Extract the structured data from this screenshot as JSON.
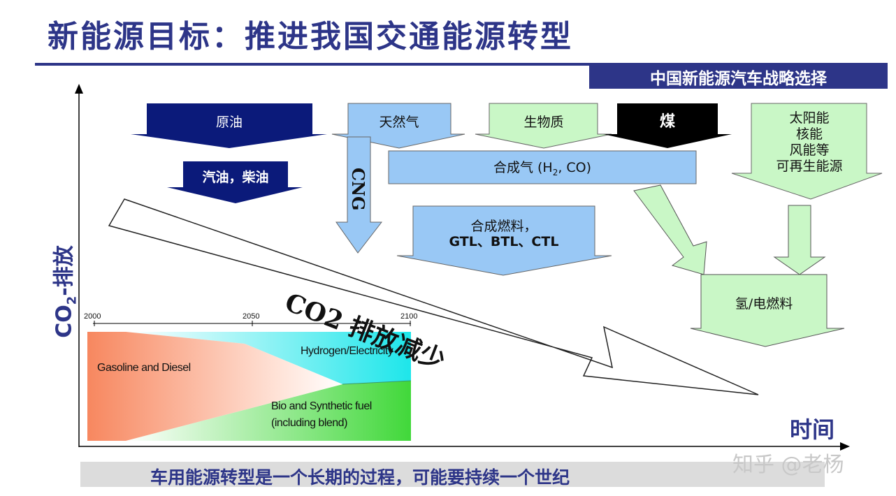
{
  "title": "新能源目标：推进我国交通能源转型",
  "subtitle": "中国新能源汽车战略选择",
  "axes": {
    "y_label_main": "CO",
    "y_label_sub": "2",
    "y_label_rest": "-排放",
    "x_label": "时间"
  },
  "sources": {
    "crude_oil": "原油",
    "natural_gas": "天然气",
    "biomass": "生物质",
    "coal": "煤",
    "renewables": [
      "太阳能",
      "核能",
      "风能等",
      "可再生能源"
    ]
  },
  "products": {
    "gasoline_diesel": "汽油，柴油",
    "cng": "CNG",
    "syngas_prefix": "合成气 (H",
    "syngas_sub": "2",
    "syngas_suffix": ", CO)",
    "synthetic_fuel_line1": "合成燃料，",
    "synthetic_fuel_line2": "GTL、BTL、CTL",
    "hydrogen_electric": "氢/电燃料"
  },
  "co2_arrow_label": "CO2 排放减少",
  "inset_chart": {
    "ticks": [
      "2000",
      "2050",
      "2100"
    ],
    "regions": {
      "gasoline": "Gasoline and Diesel",
      "hydrogen": "Hydrogen/Electricity",
      "bio_line1": "Bio and Synthetic fuel",
      "bio_line2": "(including blend)"
    }
  },
  "footer": "车用能源转型是一个长期的过程，可能要持续一个世纪",
  "watermark": "知乎 @老杨",
  "colors": {
    "title_blue": "#2d3588",
    "dark_blue": "#0b1a7a",
    "light_blue": "#99c8f5",
    "light_green": "#c9f7c6",
    "black": "#000000"
  }
}
